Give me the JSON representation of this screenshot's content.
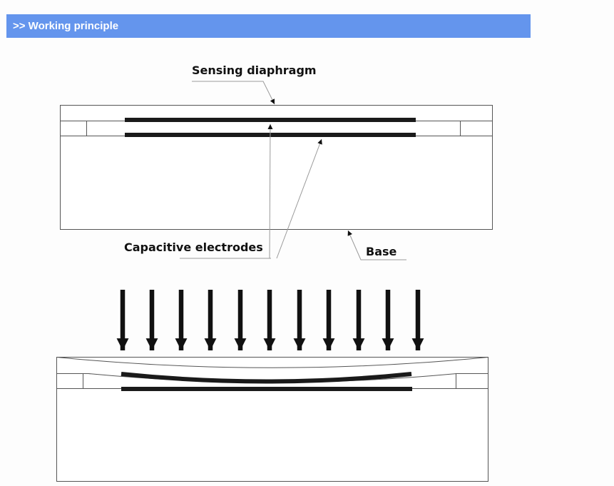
{
  "header": {
    "title": ">> Working principle"
  },
  "diagram": {
    "labels": {
      "sensing_diaphragm": "Sensing diaphragm",
      "capacitive_electrodes": "Capacitive electrodes",
      "base": "Base"
    },
    "colors": {
      "header_bg": "#6495ed",
      "header_text": "#ffffff",
      "electrode": "#1a1a1a",
      "outline": "#555555",
      "leader_line": "#9a9a9a",
      "pressure_arrow": "#111111"
    },
    "pressure_arrow_count": 11
  }
}
